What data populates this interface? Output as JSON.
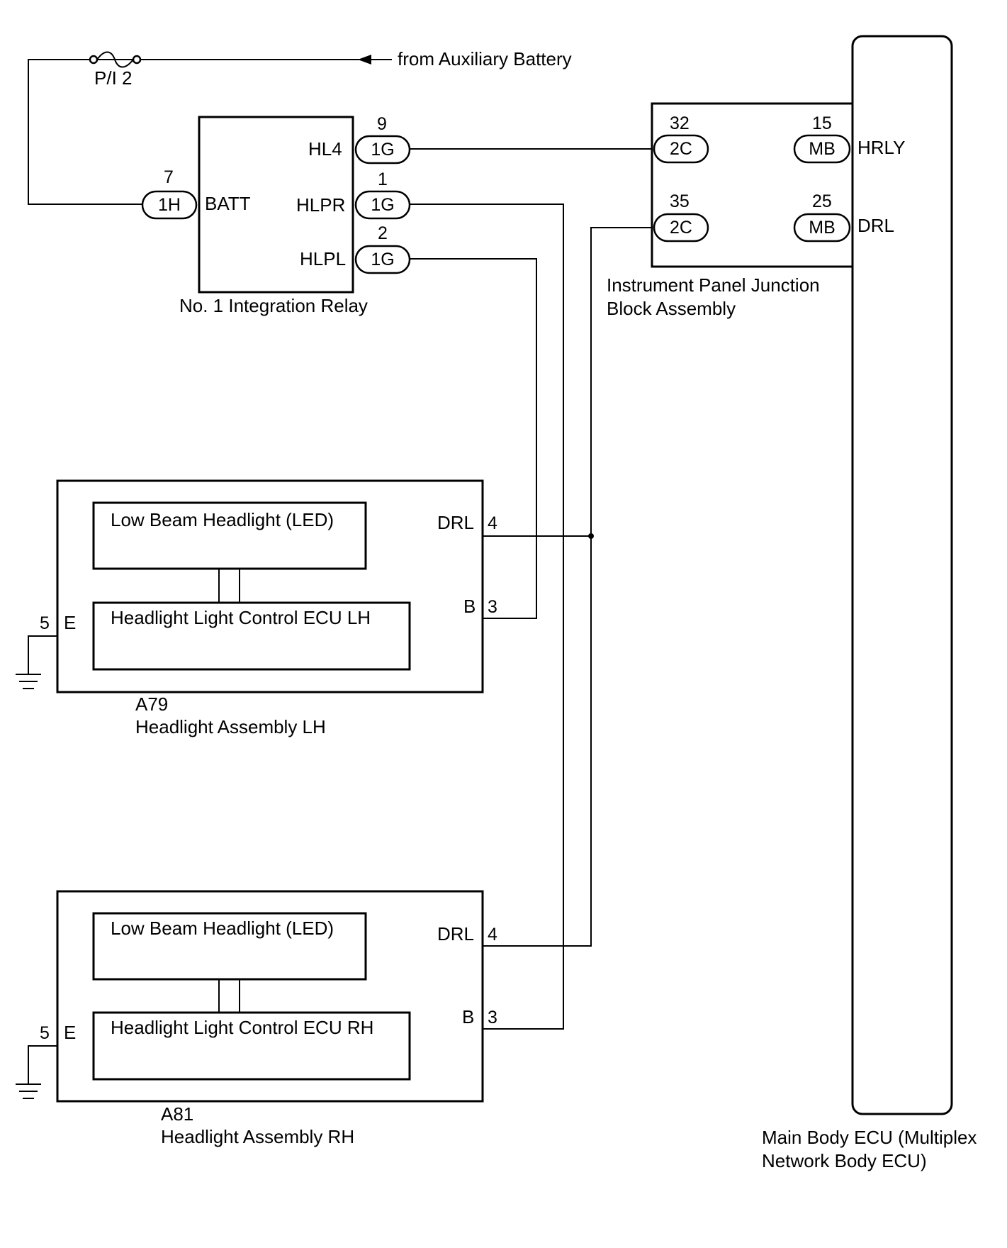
{
  "supply": {
    "fuse_label": "P/I 2",
    "source_label": "from Auxiliary Battery"
  },
  "relay": {
    "name": "No. 1 Integration Relay",
    "batt": {
      "label": "BATT",
      "conn": "1H",
      "pin": "7"
    },
    "hl4": {
      "label": "HL4",
      "conn": "1G",
      "pin": "9"
    },
    "hlpr": {
      "label": "HLPR",
      "conn": "1G",
      "pin": "1"
    },
    "hlpl": {
      "label": "HLPL",
      "conn": "1G",
      "pin": "2"
    }
  },
  "junction_block": {
    "name_line1": "Instrument Panel Junction",
    "name_line2": "Block Assembly",
    "hrly_row": {
      "pin_left": "32",
      "conn_left": "2C",
      "pin_right": "15",
      "conn_right": "MB"
    },
    "drl_row": {
      "pin_left": "35",
      "conn_left": "2C",
      "pin_right": "25",
      "conn_right": "MB"
    }
  },
  "main_body_ecu": {
    "name_line1": "Main Body ECU (Multiplex",
    "name_line2": "Network Body ECU)",
    "hrly_label": "HRLY",
    "drl_label": "DRL"
  },
  "headlight_lh": {
    "code": "A79",
    "name": "Headlight Assembly LH",
    "led_label": "Low Beam Headlight (LED)",
    "ecu_label": "Headlight Light Control ECU LH",
    "drl_label": "DRL",
    "drl_pin": "4",
    "b_label": "B",
    "b_pin": "3",
    "e_label": "E",
    "e_pin": "5"
  },
  "headlight_rh": {
    "code": "A81",
    "name": "Headlight Assembly RH",
    "led_label": "Low Beam Headlight (LED)",
    "ecu_label": "Headlight Light Control ECU RH",
    "drl_label": "DRL",
    "drl_pin": "4",
    "b_label": "B",
    "b_pin": "3",
    "e_label": "E",
    "e_pin": "5"
  }
}
